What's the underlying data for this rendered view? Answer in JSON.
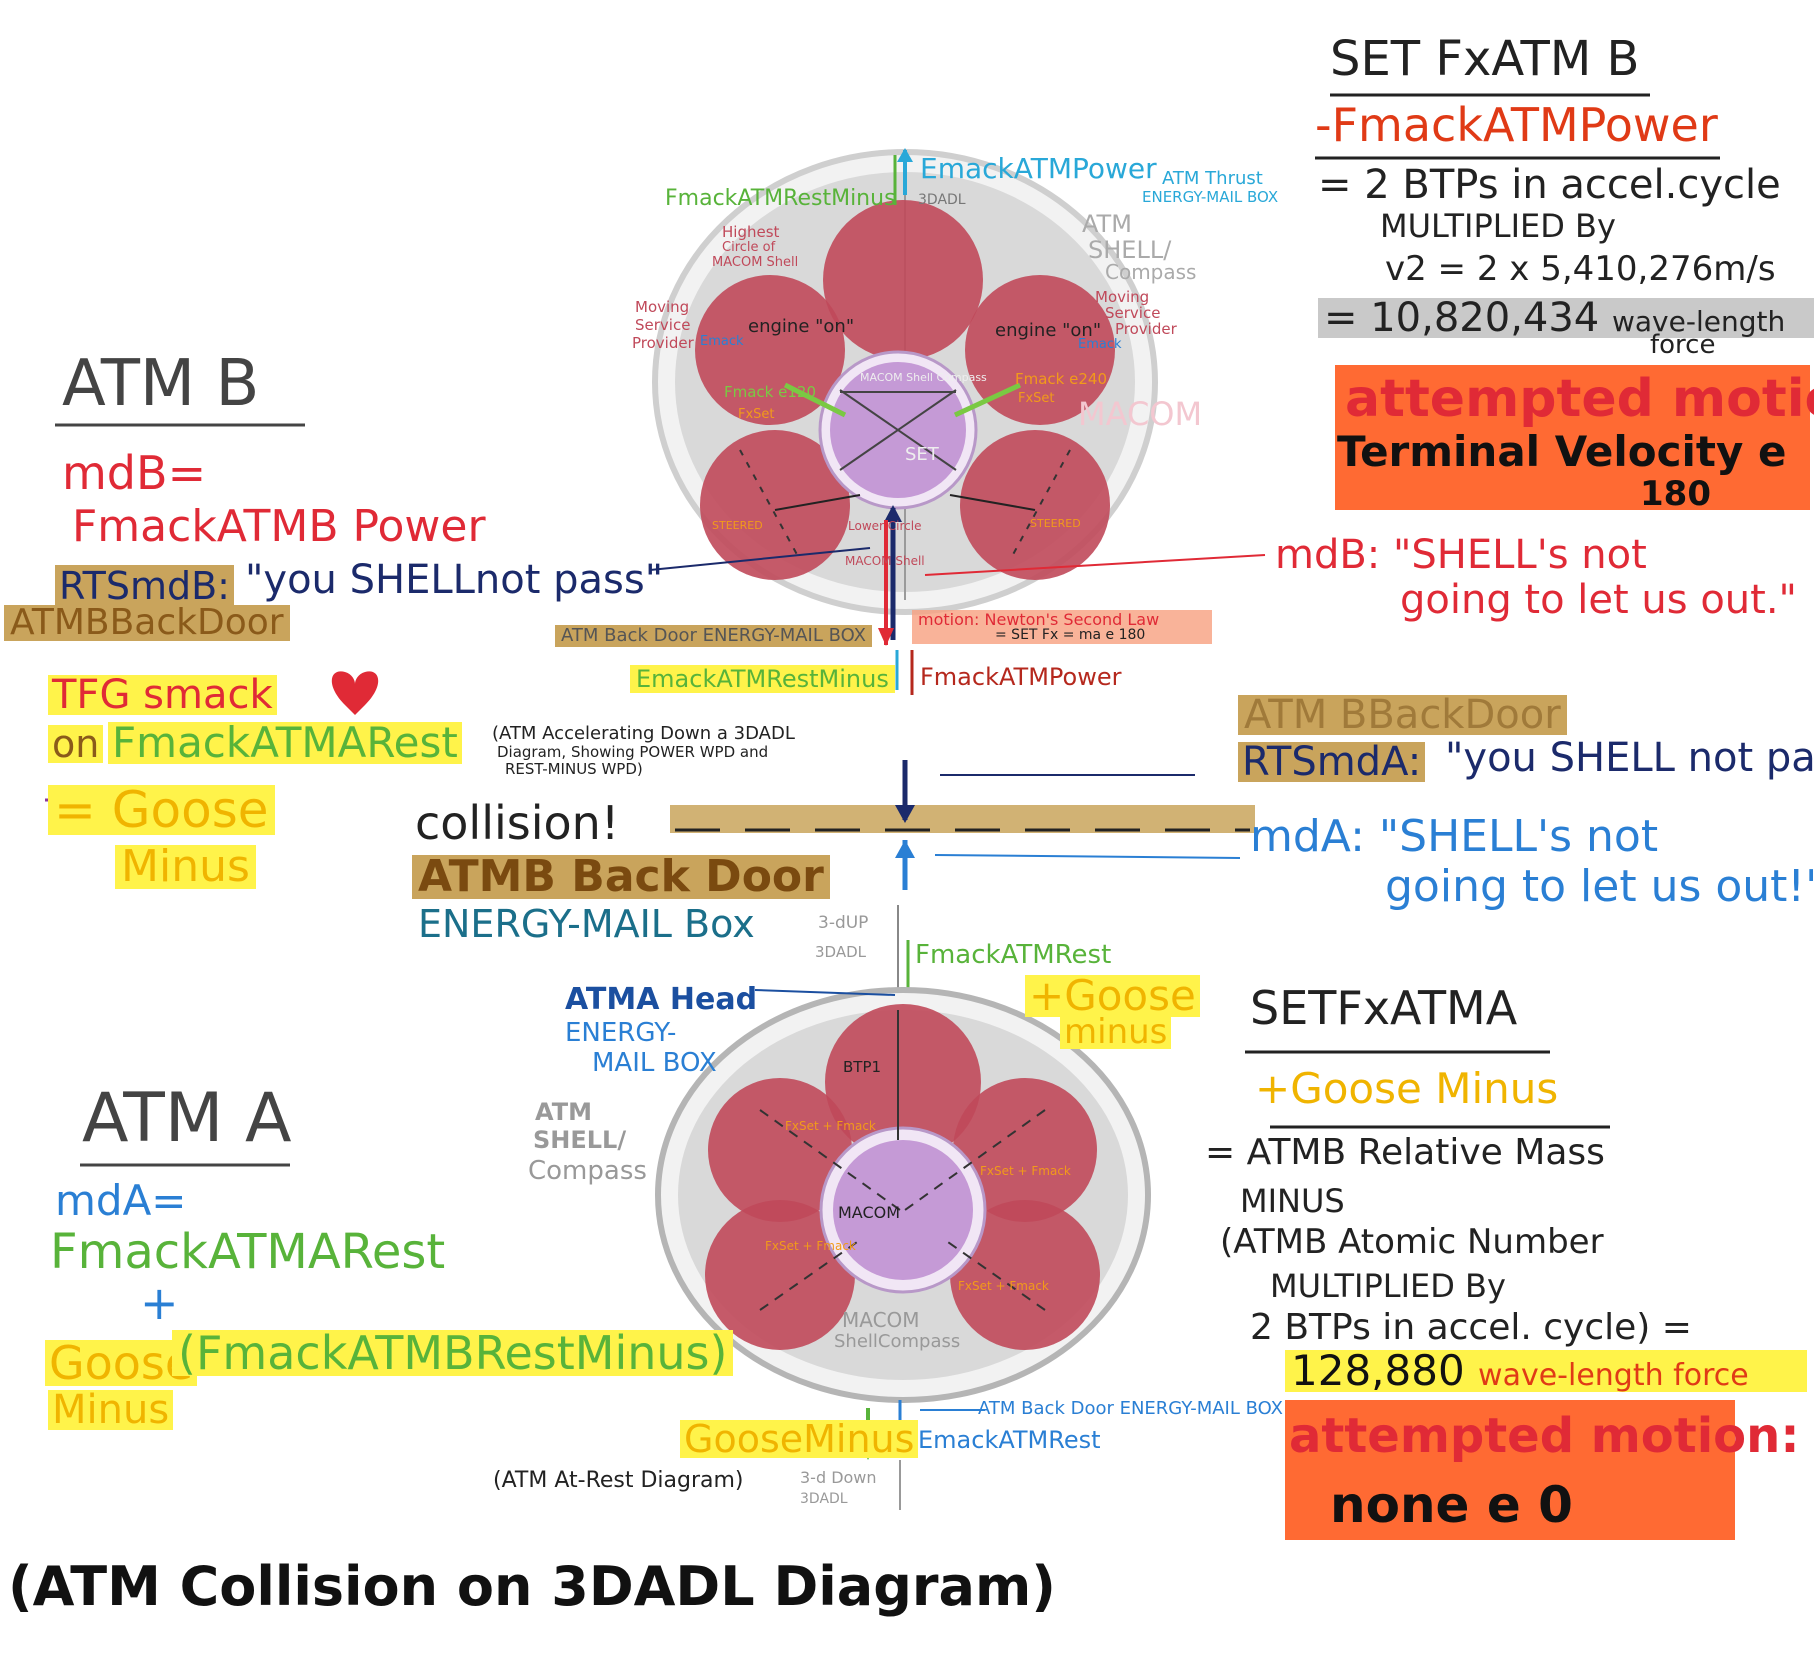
{
  "title": "(ATM Collision on 3DADL Diagram)",
  "colors": {
    "cell_red": "#c0495a",
    "shell_gray": "#d9d9d9",
    "macom_purple": "#c59ad6",
    "ink_blue": "#1b4fa0",
    "ink_red": "#e02a36",
    "ink_green": "#58b33a",
    "ink_cyan": "#29a8d8",
    "yellow_hl": "#fff34a",
    "tan_hl": "#c9a45c",
    "orange_hl": "#ff6a33"
  },
  "atm_b_left": {
    "heading": "ATM B",
    "mdb_label": "mdB=",
    "mdb_value": "FmackATMB Power",
    "rts_label": "RTSmdB:",
    "rts_quote": "\"you SHELLnot pass\"",
    "back_door": "ATMBBackDoor",
    "tfg": "TFG smack",
    "on_label": "on",
    "on_value": "FmackATMARest",
    "goose": "= Goose",
    "minus": "Minus",
    "note_line1": "(ATM Accelerating Down a 3DADL",
    "note_line2": "Diagram, Showing POWER WPD and",
    "note_line3": "REST-MINUS WPD)"
  },
  "top_diagram": {
    "power_label": "EmackATMPower",
    "rest_minus_label": "FmackATMRestMinus",
    "dadl": "3DADL",
    "thrust_line1": "ATM Thrust",
    "thrust_line2": "ENERGY-MAIL BOX",
    "shell_line1": "ATM",
    "shell_line2": "SHELL/",
    "shell_line3": "Compass",
    "highest_line1": "Highest",
    "highest_line2": "Circle of",
    "highest_line3": "MACOM Shell",
    "moving_l_line1": "Moving",
    "moving_l_line2": "Service",
    "moving_l_line3": "Provider",
    "moving_r_line1": "Moving",
    "moving_r_line2": "Service",
    "moving_r_line3": "Provider",
    "engine_l": "engine \"on\"",
    "engine_r": "engine \"on\"",
    "emack": "Emack",
    "fmack_120": "Fmack e120",
    "fmack_240": "Fmack e240",
    "fxset": "FxSet",
    "macom_shell": "MACOM Shell Compass",
    "macom_big": "MACOM",
    "set": "SET",
    "steered_l": "STEERED",
    "steered_r": "STEERED",
    "lower_circle": "Lower Circle",
    "macom_small": "MACOM Shell",
    "motion": "motion: Newton's Second Law",
    "formula": "= SET Fx = ma e 180",
    "back_door_box": "ATM Back Door ENERGY-MAIL BOX",
    "rest_minus_bottom": "EmackATMRestMinus",
    "fmack_power": "FmackATMPower"
  },
  "right_top": {
    "heading": "SET FxATM B",
    "minus_power": "-FmackATMPower",
    "eq1": "= 2 BTPs in accel.cycle",
    "multiplied": "MULTIPLIED By",
    "v2": "v2 = 2 x 5,410,276m/s",
    "result_num": "= 10,820,434",
    "result_unit": "wave-length",
    "force": "force",
    "attempted": "attempted motion:",
    "terminal": "Terminal Velocity e",
    "deg": "180",
    "mdb_quote": "mdB: \"SHELL's not",
    "mdb_quote2": "going to let us out.\""
  },
  "middle": {
    "back_door": "ATM BBackDoor",
    "rts_label": "RTSmdA:",
    "rts_quote": "\"you SHELL not pass\"",
    "collision": "collision!",
    "back_door_left": "ATMB Back Door",
    "energy_box": "ENERGY-MAIL Box",
    "mda_quote": "mdA: \"SHELL's not",
    "mda_quote2": "going to let us out!\""
  },
  "bottom_diagram": {
    "dup": "3-dUP",
    "dadl": "3DADL",
    "fmack_rest": "FmackATMRest",
    "goose": "+Goose",
    "minus": "minus",
    "head_line1": "ATMA Head",
    "head_line2": "ENERGY-",
    "head_line3": "MAIL BOX",
    "shell_line1": "ATM",
    "shell_line2": "SHELL/",
    "shell_line3": "Compass",
    "btp": "BTP1",
    "macom": "MACOM",
    "macom_shell_line1": "MACOM",
    "macom_shell_line2": "ShellCompass",
    "fxset": "FxSet + Fmack",
    "back_door_box": "ATM Back Door ENERGY-MAIL BOX",
    "goose_minus": "GooseMinus",
    "emack_rest": "EmackATMRest",
    "at_rest": "(ATM At-Rest Diagram)",
    "down_line1": "3-d Down",
    "down_line2": "3DADL"
  },
  "atm_a_left": {
    "heading": "ATM A",
    "mda_label": "mdA=",
    "mda_value": "FmackATMARest",
    "plus": "+",
    "goose": "Goose",
    "minus": "Minus",
    "paren": "(FmackATMBRestMinus)"
  },
  "right_bottom": {
    "heading": "SETFxATMA",
    "goose": "+Goose Minus",
    "line1": "= ATMB Relative Mass",
    "line2": "MINUS",
    "line3": "(ATMB Atomic Number",
    "line4": "MULTIPLIED By",
    "line5": "2 BTPs in accel. cycle) =",
    "result_num": "128,880",
    "result_unit": "wave-length force",
    "attempted": "attempted motion:",
    "none": "none e 0"
  }
}
